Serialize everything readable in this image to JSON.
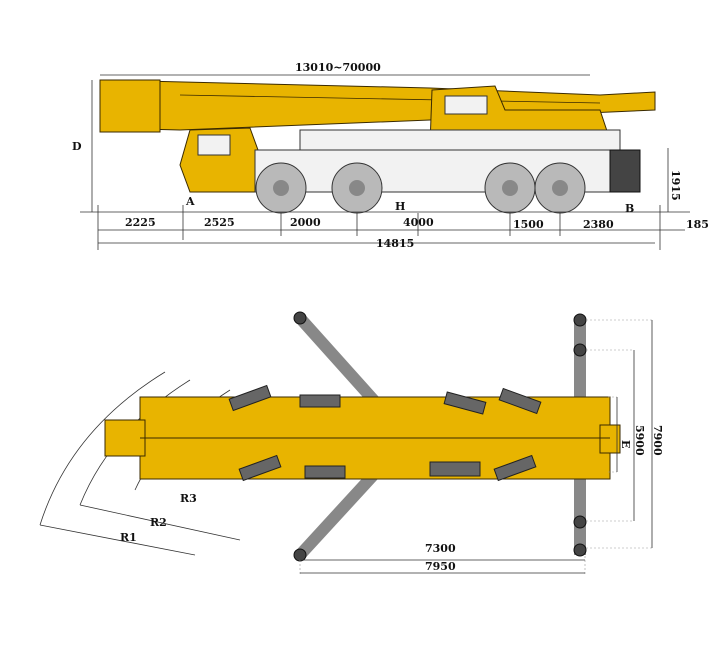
{
  "side_view": {
    "boom_length": "13010~70000",
    "height_label": "D",
    "height_value": "1915",
    "approach_label": "A",
    "clearance_label": "H",
    "departure_label": "B",
    "segments": [
      "2225",
      "2525",
      "2000",
      "4000",
      "1500",
      "2380",
      "185"
    ],
    "overall_length": "14815"
  },
  "top_view": {
    "outrigger_width_label": "E",
    "width_inner": "5900",
    "width_outer": "7900",
    "length_inner": "7300",
    "length_outer": "7950",
    "radius_labels": [
      "R1",
      "R2",
      "R3"
    ]
  },
  "colors": {
    "crane_yellow": "#e8b400",
    "chassis_grey": "#b9b9b9"
  }
}
